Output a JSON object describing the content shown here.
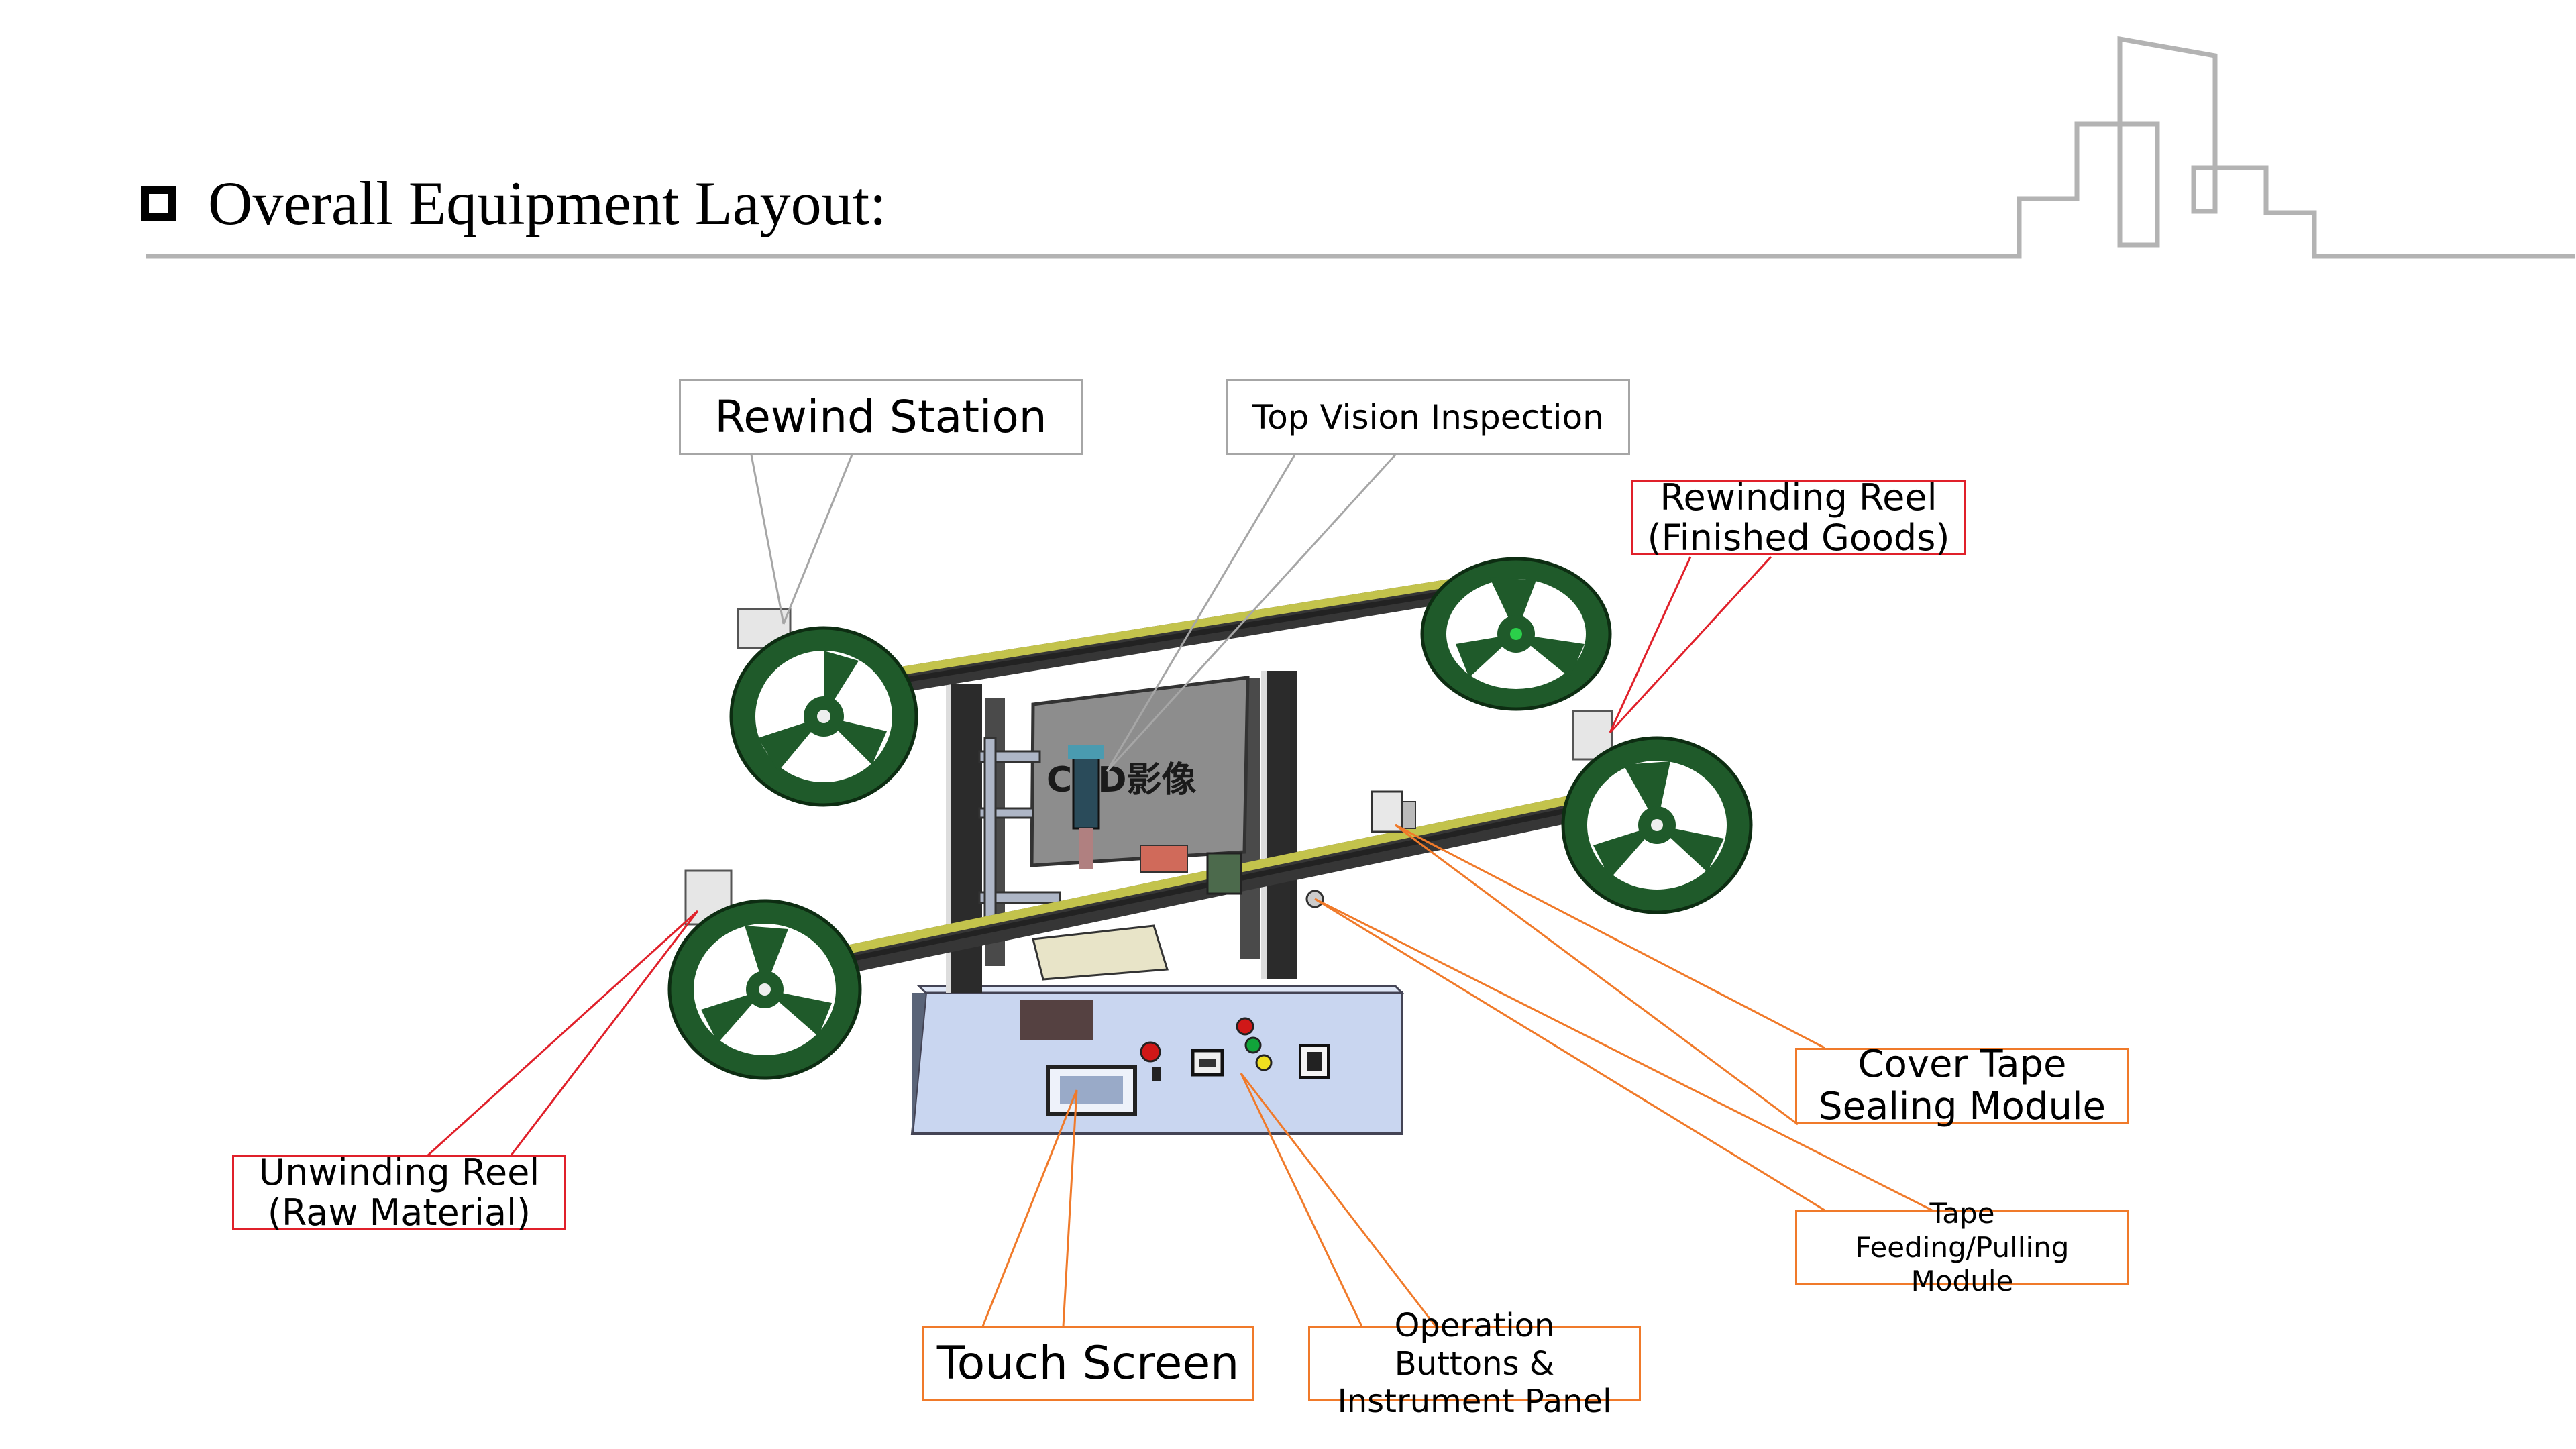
{
  "slide": {
    "title": "Overall Equipment Layout:",
    "bullet_icon": "hollow-square-icon"
  },
  "machine_panel": {
    "brand_text": "CCD影像"
  },
  "callouts": {
    "rewind_station": "Rewind Station",
    "top_vision_inspection": "Top Vision Inspection",
    "rewinding_reel_line1": "Rewinding Reel",
    "rewinding_reel_line2": "(Finished Goods)",
    "unwinding_reel_line1": "Unwinding Reel",
    "unwinding_reel_line2": "(Raw Material)",
    "cover_tape_line1": "Cover Tape",
    "cover_tape_line2": "Sealing Module",
    "tape_feeding_line1": "Tape",
    "tape_feeding_line2": "Feeding/Pulling",
    "tape_feeding_line3": "Module",
    "touch_screen": "Touch Screen",
    "operation_line1": "Operation",
    "operation_line2": "Buttons &",
    "operation_line3": "Instrument Panel"
  },
  "colors": {
    "gray_callout": "#a6a6a6",
    "red_callout": "#e0202a",
    "orange_callout": "#f07a2a",
    "reel_green": "#1f5a2a",
    "cabinet_blue": "#c9d6f0"
  }
}
